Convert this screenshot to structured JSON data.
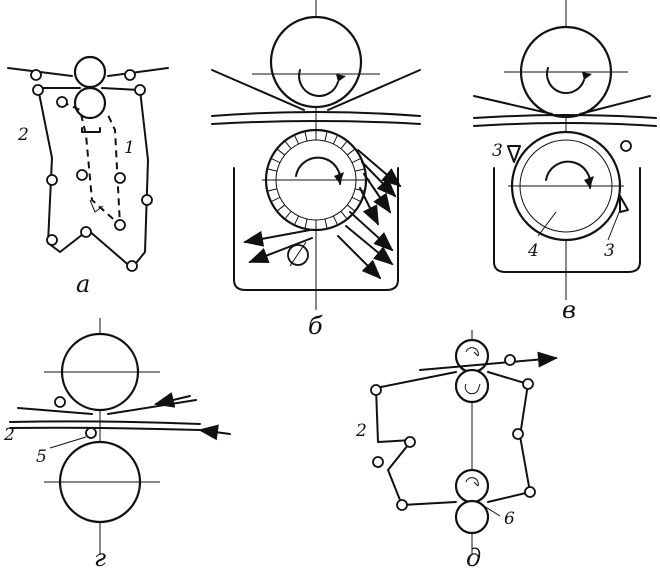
{
  "panels": {
    "a": {
      "caption": "а",
      "labels": [
        "2",
        "1"
      ]
    },
    "b": {
      "caption": "б"
    },
    "v": {
      "caption": "в",
      "labels": [
        "3",
        "4",
        "3"
      ]
    },
    "g": {
      "caption": "г",
      "labels": [
        "2",
        "5"
      ]
    },
    "d": {
      "caption": "д",
      "labels": [
        "2",
        "6"
      ]
    }
  }
}
